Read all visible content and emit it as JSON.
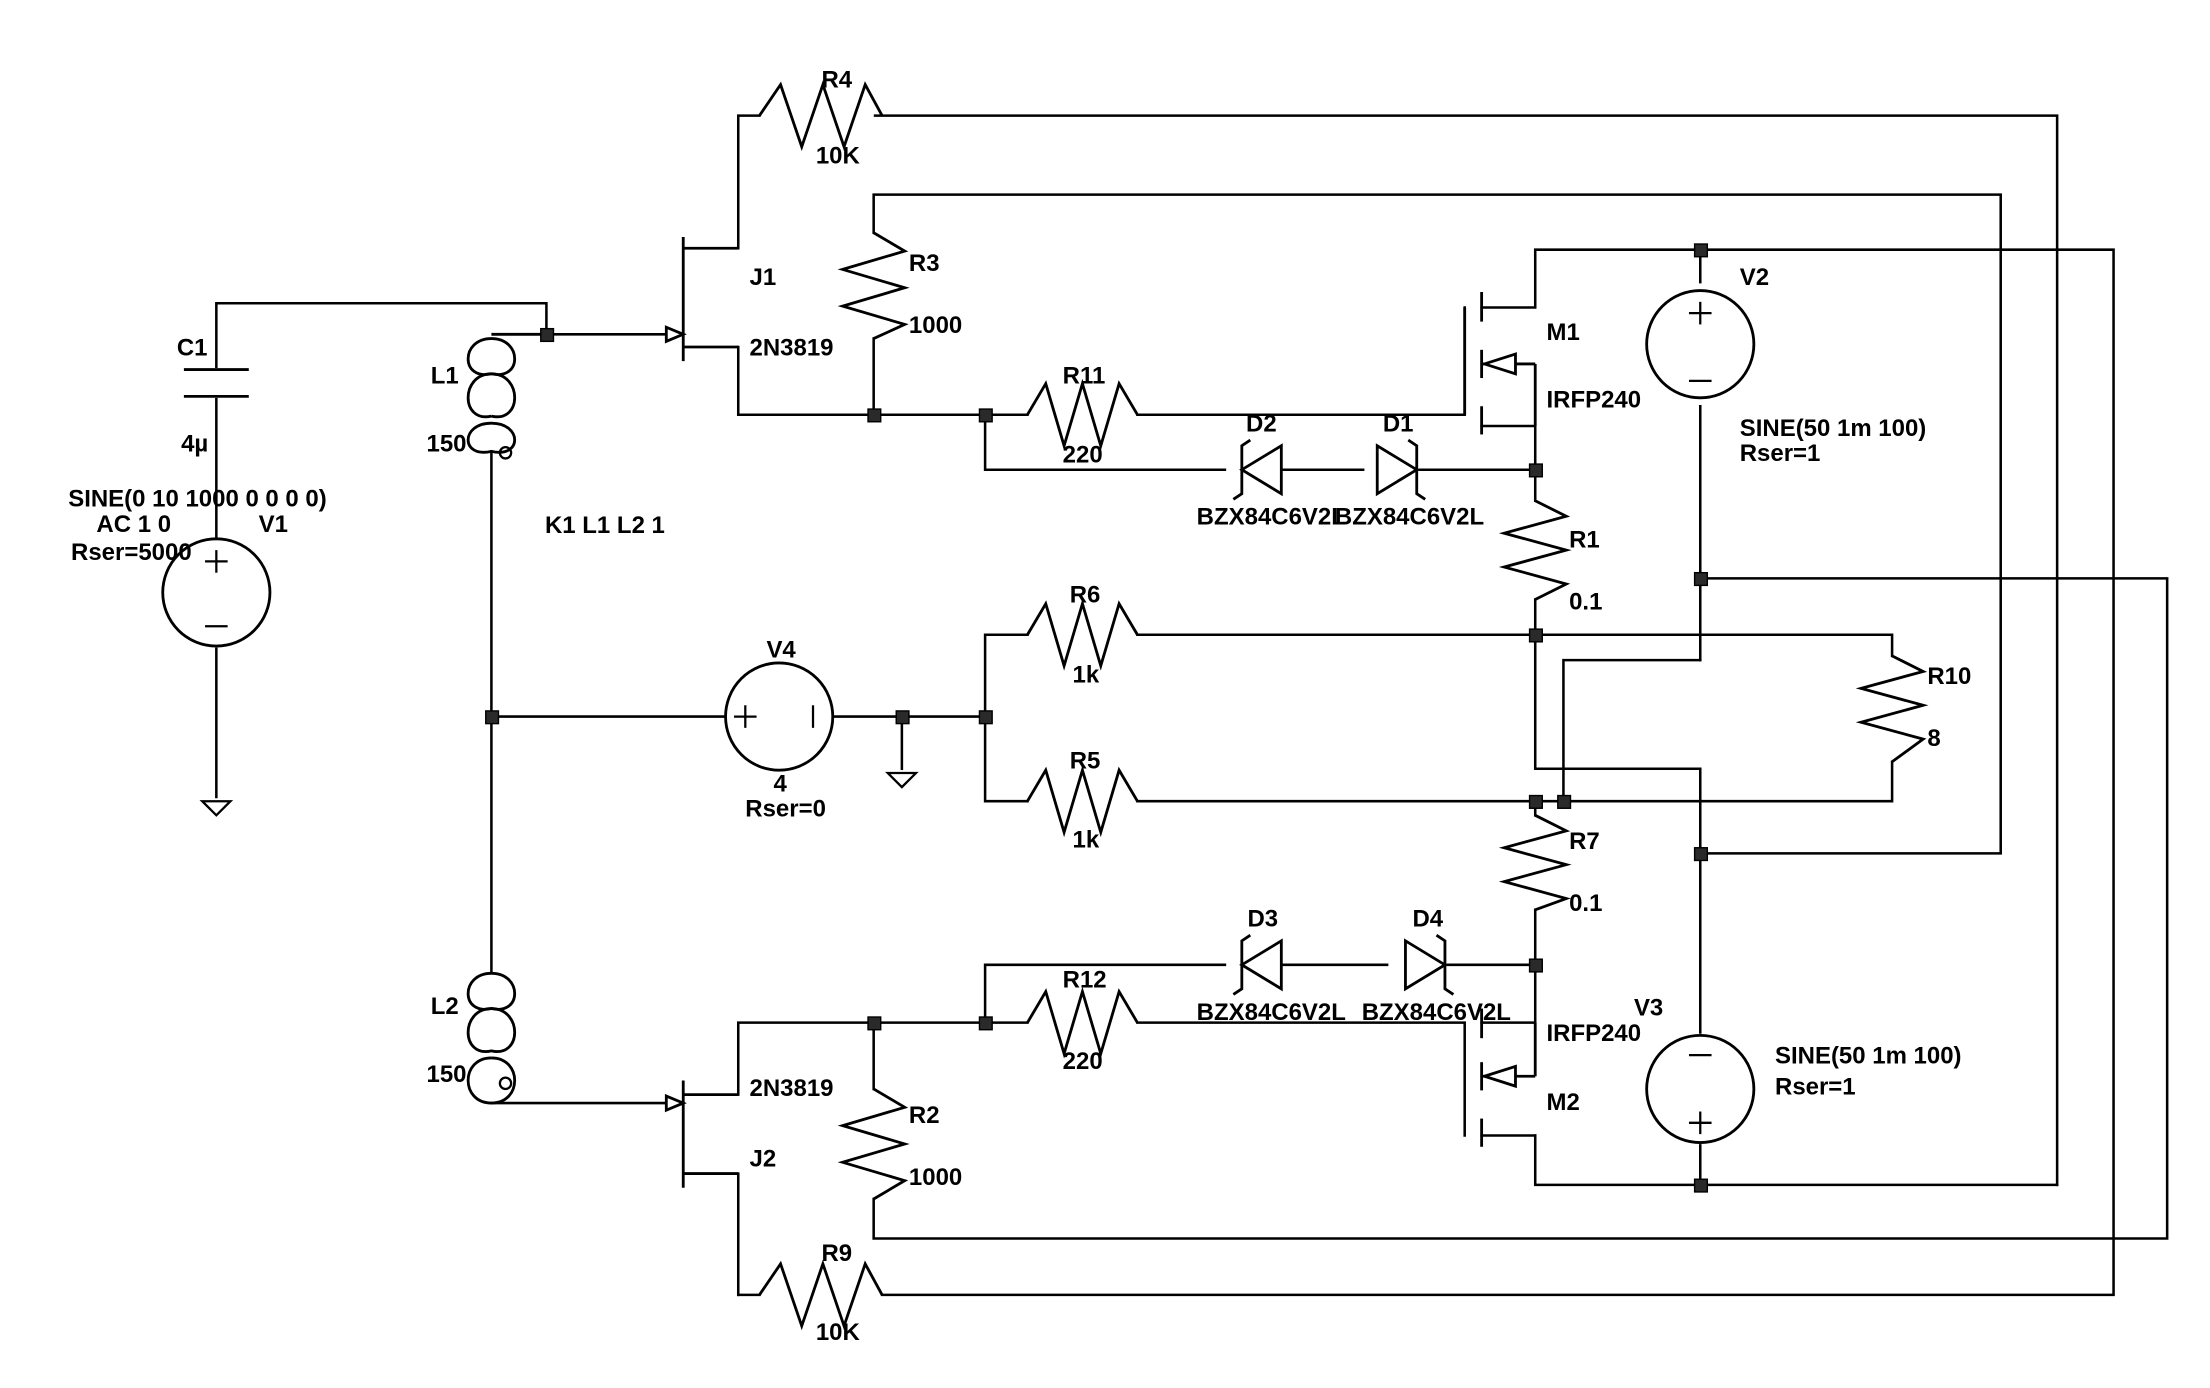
{
  "labels": {
    "R4": "R4",
    "R4v": "10K",
    "R3": "R3",
    "R3v": "1000",
    "R11": "R11",
    "R11v": "220",
    "R1": "R1",
    "R1v": "0.1",
    "R6": "R6",
    "R6v": "1k",
    "R5": "R5",
    "R5v": "1k",
    "R10": "R10",
    "R10v": "8",
    "R7": "R7",
    "R7v": "0.1",
    "R12": "R12",
    "R12v": "220",
    "R2": "R2",
    "R2v": "1000",
    "R9": "R9",
    "R9v": "10K",
    "C1": "C1",
    "C1v": "4µ",
    "L1": "L1",
    "L1v": "150",
    "L2": "L2",
    "L2v": "150",
    "K1": "K1 L1 L2 1",
    "J1": "J1",
    "J1m": "2N3819",
    "J2": "J2",
    "J2m": "2N3819",
    "M1": "M1",
    "M1m": "IRFP240",
    "M2": "M2",
    "M2m": "IRFP240",
    "D1": "D1",
    "D1m": "BZX84C6V2L",
    "D2": "D2",
    "D2m": "BZX84C6V2L",
    "D3": "D3",
    "D3m": "BZX84C6V2L",
    "D4": "D4",
    "D4m": "BZX84C6V2L",
    "V1": "V1",
    "V1a": "SINE(0 10 1000 0 0 0 0)",
    "V1b": "AC 1 0",
    "V1c": "Rser=5000",
    "V2": "V2",
    "V2a": "SINE(50 1m 100)",
    "V2b": "Rser=1",
    "V3": "V3",
    "V3a": "SINE(50 1m 100)",
    "V3b": "Rser=1",
    "V4": "V4",
    "V4v": "4",
    "V4r": "Rser=0"
  }
}
